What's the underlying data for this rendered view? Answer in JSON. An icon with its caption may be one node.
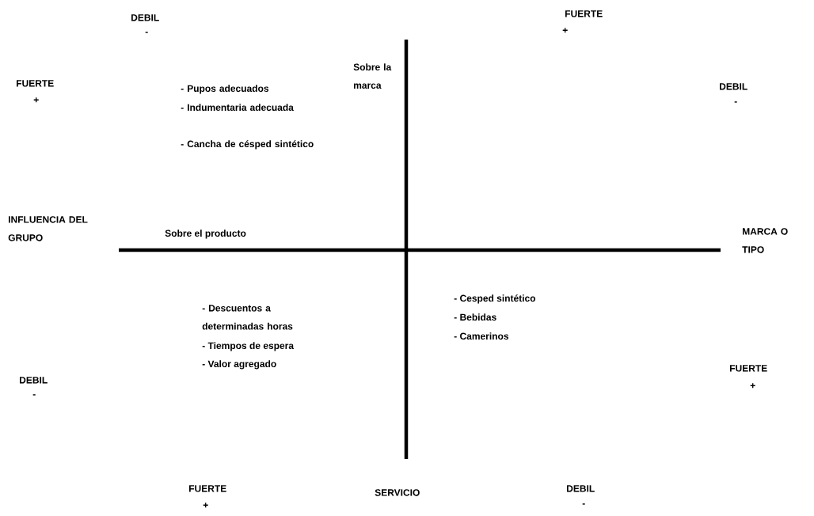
{
  "diagram": {
    "labels": [
      "DEBIL",
      "-",
      "FUERTE",
      "+",
      "FUERTE",
      "+",
      "Sobre la marca",
      "DEBIL",
      "-",
      "- Pupos adecuados",
      "- Indumentaria adecuada",
      "- Cancha de césped sintético",
      "INFLUENCIA DEL GRUPO",
      "Sobre el producto",
      "MARCA O TIPO",
      "- Descuentos a determinadas horas",
      "- Tiempos de espera",
      "- Valor agregado",
      "- Cesped sintético",
      "- Bebidas",
      "- Camerinos",
      "DEBIL",
      "-",
      "FUERTE",
      "+",
      "FUERTE",
      "+",
      "SERVICIO",
      "DEBIL",
      "-"
    ]
  }
}
